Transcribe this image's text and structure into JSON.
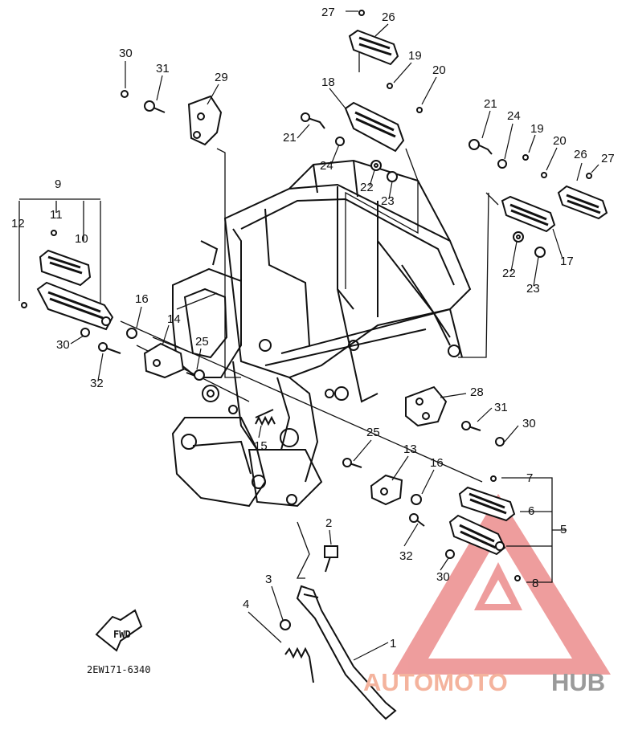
{
  "diagram": {
    "drawing_code": "2EW171-6340",
    "arrow_label": "FWD",
    "accent_color": "#f0b4b4",
    "ink_color": "#111111",
    "callouts": [
      "1",
      "2",
      "3",
      "4",
      "5",
      "6",
      "7",
      "8",
      "9",
      "10",
      "11",
      "12",
      "13",
      "14",
      "15",
      "16",
      "16",
      "17",
      "18",
      "19",
      "19",
      "20",
      "20",
      "21",
      "21",
      "22",
      "22",
      "23",
      "23",
      "24",
      "24",
      "25",
      "25",
      "26",
      "26",
      "27",
      "27",
      "28",
      "29",
      "30",
      "30",
      "30",
      "30",
      "31",
      "31",
      "32",
      "32"
    ]
  },
  "watermark": {
    "brand_part1": "AUTOMOTO",
    "brand_part2": "HUB",
    "color_part1": "#f4b39d",
    "color_part2": "#9a9a9a",
    "logo_color": "#ec8c8c"
  }
}
